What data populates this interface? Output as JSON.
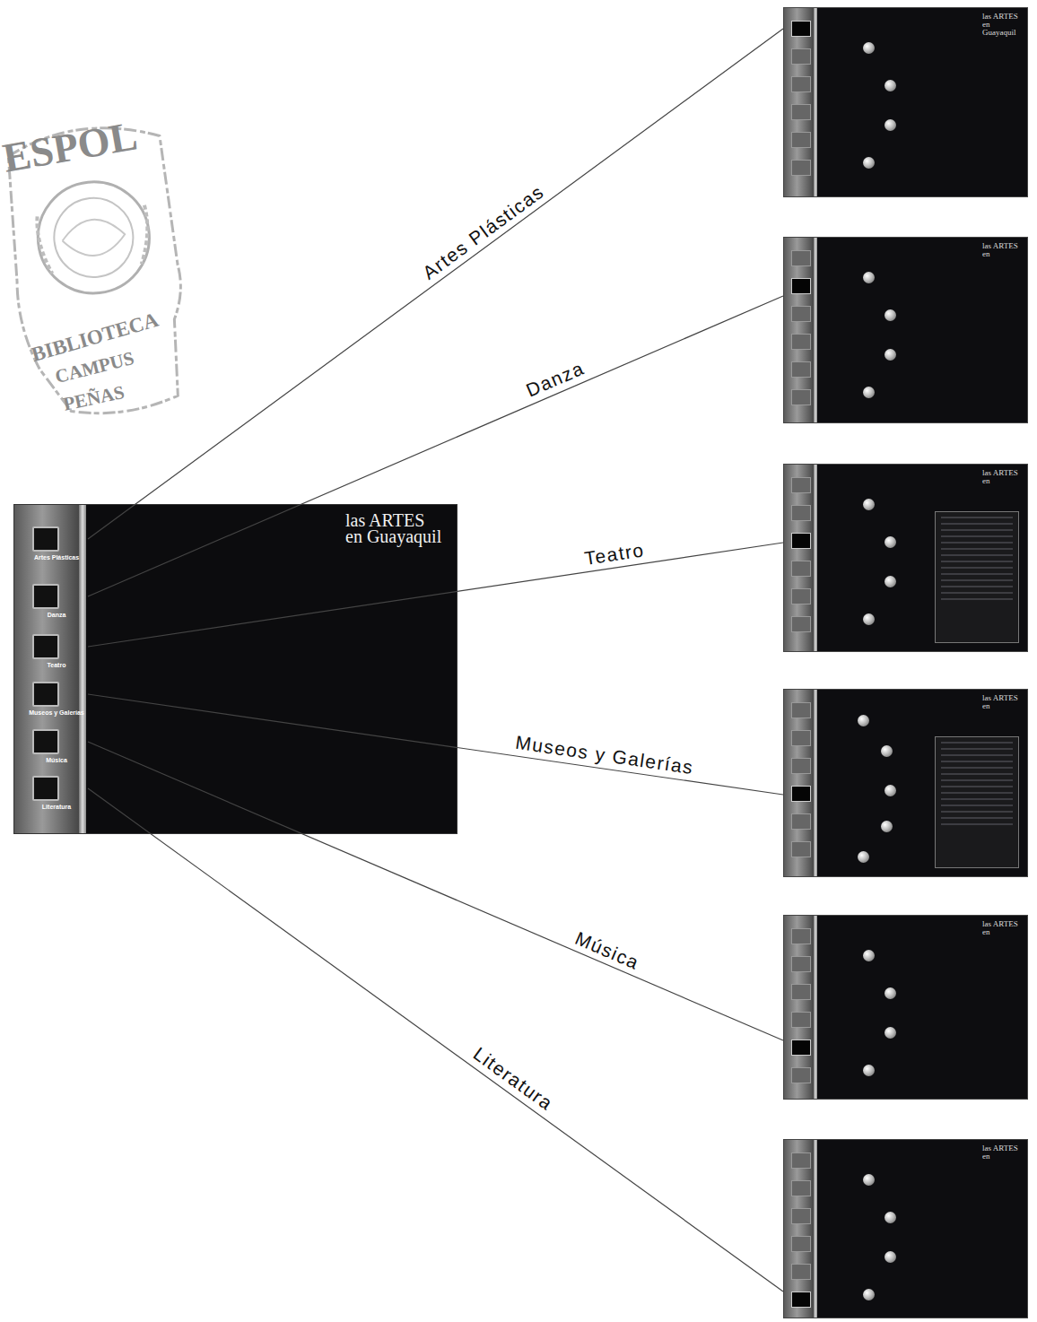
{
  "diagram": {
    "nodes": [
      {
        "text": [
          "las ARTES en Guayaquil"
        ]
      },
      {
        "text": [
          "Artes Plásticas"
        ],
        "in": 0
      },
      {
        "text": [
          "Danza"
        ],
        "in": 0
      },
      {
        "text": [
          "Teatro"
        ],
        "in": 0
      },
      {
        "text": [
          "Museos y Galerías"
        ],
        "in": 0
      },
      {
        "text": [
          "Música"
        ],
        "in": 0
      },
      {
        "text": [
          "Literatura"
        ],
        "in": 0
      },
      {
        "text": [
          "las ARTES en Guayaquil"
        ]
      },
      {
        "text": [
          "las ARTES en"
        ]
      },
      {
        "text": [
          "las ARTES en"
        ]
      },
      {
        "text": [
          "las ARTES en"
        ]
      },
      {
        "text": [
          "las ARTES en"
        ]
      },
      {
        "text": [
          "las ARTES en"
        ]
      }
    ],
    "edges": [
      {
        "from": 1,
        "to": 7,
        "arrow": "none",
        "label": "Artes Plásticas"
      },
      {
        "from": 2,
        "to": 8,
        "arrow": "none",
        "label": "Danza"
      },
      {
        "from": 3,
        "to": 9,
        "arrow": "none",
        "label": "Teatro"
      },
      {
        "from": 4,
        "to": 10,
        "arrow": "none",
        "label": "Museos y Galerías"
      },
      {
        "from": 5,
        "to": 11,
        "arrow": "none",
        "label": "Música"
      },
      {
        "from": 6,
        "to": 12,
        "arrow": "none",
        "label": "Literatura"
      }
    ],
    "labels": [
      "ESPOL",
      "BIBLIOTECA",
      "CAMPUS",
      "PEÑAS"
    ]
  }
}
